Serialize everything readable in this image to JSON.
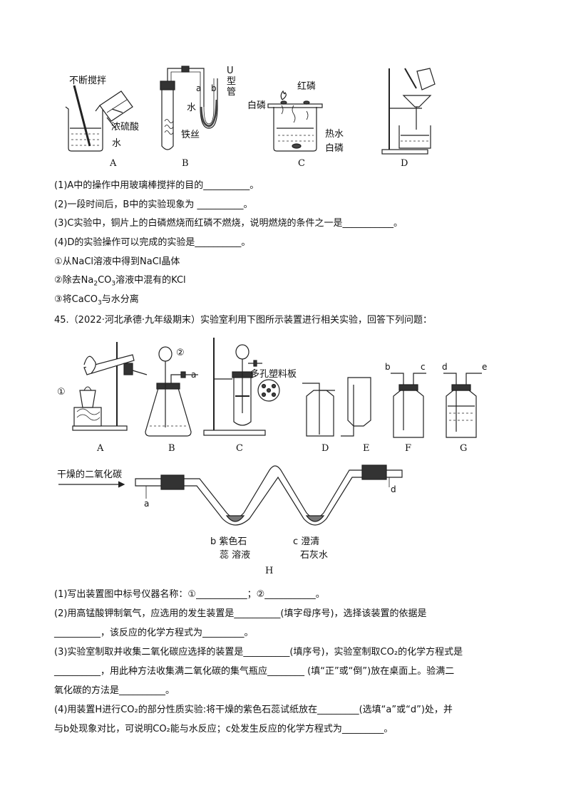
{
  "fig1": {
    "captions": [
      "A",
      "B",
      "C",
      "D"
    ],
    "a_labels": {
      "stir": "不断搅拌",
      "acid": "浓硫酸",
      "water": "水"
    },
    "b_labels": {
      "a": "a",
      "b": "b",
      "water": "水",
      "utube": "U型管",
      "wire": "铁丝"
    },
    "c_labels": {
      "red": "红磷",
      "white_top": "白磷",
      "hot": "热水",
      "white_bottom": "白磷"
    }
  },
  "q44": {
    "q1": "(1)A中的操作中用玻璃棒搅拌的目的__________。",
    "q2": "(2)一段时间后，B中的实验现象为 __________。",
    "q3": "(3)C实验中，铜片上的白磷燃烧而红磷不燃烧，说明燃烧的条件之一是___________。",
    "q4": "(4)D的实验操作可以完成的实验是__________。",
    "opt1": "①从NaCl溶液中得到NaCl晶体",
    "opt2_pre": "②除去Na",
    "opt2_sub1": "2",
    "opt2_mid": "CO",
    "opt2_sub2": "3",
    "opt2_post": "溶液中混有的KCl",
    "opt3_pre": "③将CaCO",
    "opt3_sub": "3",
    "opt3_post": "与水分离"
  },
  "q45": {
    "header": "45.（2022·河北承德·九年级期末）实验室利用下图所示装置进行相关实验，回答下列问题：",
    "fig2_captions": [
      "A",
      "B",
      "C",
      "D",
      "E",
      "F",
      "G"
    ],
    "fig2_labels": {
      "one": "①",
      "two": "②",
      "a": "a",
      "plate": "多孔塑料板",
      "b": "b",
      "c": "c",
      "d": "d",
      "e": "e"
    },
    "fig3": {
      "input": "干燥的二氧化碳",
      "a": "a",
      "d": "d",
      "b1": "b 紫色石",
      "b2": "蕊 溶液",
      "c1": "c 澄清",
      "c2": "石灰水",
      "caption": "H"
    },
    "q1": "(1)写出装置图中标号仪器名称：①___________；②___________。",
    "q2a": "(2)用高锰酸钾制氧气，应选用的发生装置是__________(填字母序号)，选择该装置的依据是",
    "q2b": "__________，该反应的化学方程式为_________。",
    "q3a": "(3)实验室制取并收集二氧化碳应选择的装置是__________(填序号)，实验室制取CO₂的化学方程式是",
    "q3b": "__________，用此种方法收集满二氧化碳的集气瓶应________ (填“正”或“倒”)放在桌面上。验满二",
    "q3c": "氧化碳的方法是__________。",
    "q4a": "(4)用装置H进行CO₂的部分性质实验:将干燥的紫色石蕊试纸放在_________(选填“a”或“d”)处，并",
    "q4b": "与b处现象对比，可说明CO₂能与水反应；c处发生反应的化学方程式为_________。"
  }
}
